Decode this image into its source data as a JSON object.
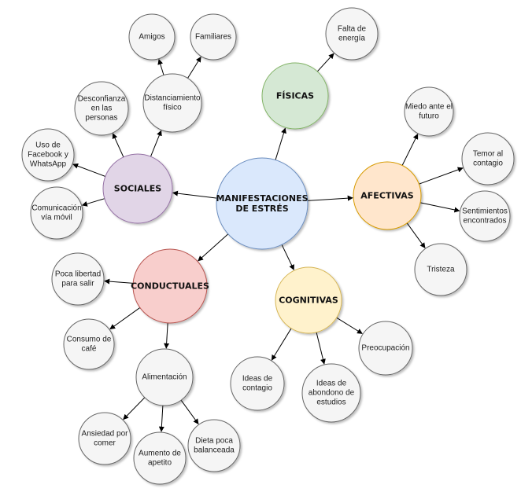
{
  "center": {
    "label": [
      "MANIFESTACIONES",
      "DE ESTRÉS"
    ]
  },
  "categories": {
    "fisicas": {
      "label": [
        "FÍSICAS"
      ]
    },
    "sociales": {
      "label": [
        "SOCIALES"
      ]
    },
    "afectivas": {
      "label": [
        "AFECTIVAS"
      ]
    },
    "conductuales": {
      "label": [
        "CONDUCTUALES"
      ]
    },
    "cognitivas": {
      "label": [
        "COGNITIVAS"
      ]
    }
  },
  "leaves": {
    "falta_energia": {
      "label": [
        "Falta de",
        "energía"
      ]
    },
    "amigos": {
      "label": [
        "Amigos"
      ]
    },
    "familiares": {
      "label": [
        "Familiares"
      ]
    },
    "distanciamiento": {
      "label": [
        "Distanciamiento",
        "físico"
      ]
    },
    "desconfianza": {
      "label": [
        "Desconfianza",
        "en las",
        "personas"
      ]
    },
    "uso_facebook": {
      "label": [
        "Uso de",
        "Facebook y",
        "WhatsApp"
      ]
    },
    "comunicacion": {
      "label": [
        "Comunicación",
        "vía móvil"
      ]
    },
    "miedo": {
      "label": [
        "Miedo ante el",
        "futuro"
      ]
    },
    "temor": {
      "label": [
        "Temor al",
        "contagio"
      ]
    },
    "sentimientos": {
      "label": [
        "Sentimientos",
        "encontrados"
      ]
    },
    "tristeza": {
      "label": [
        "Tristeza"
      ]
    },
    "poca_libertad": {
      "label": [
        "Poca libertad",
        "para salir"
      ]
    },
    "consumo_cafe": {
      "label": [
        "Consumo de",
        "café"
      ]
    },
    "alimentacion": {
      "label": [
        "Alimentación"
      ]
    },
    "ansiedad": {
      "label": [
        "Ansiedad por",
        "comer"
      ]
    },
    "aumento_apetito": {
      "label": [
        "Aumento de",
        "apetito"
      ]
    },
    "dieta": {
      "label": [
        "Dieta poca",
        "balanceada"
      ]
    },
    "ideas_contagio": {
      "label": [
        "Ideas de",
        "contagio"
      ]
    },
    "ideas_abandono": {
      "label": [
        "Ideas de",
        "abondono de",
        "estudios"
      ]
    },
    "preocupacion": {
      "label": [
        "Preocupación"
      ]
    }
  },
  "colors": {
    "center_fill": "#dae8fc",
    "center_stroke": "#6c8ebf",
    "fisicas_fill": "#d5e8d4",
    "fisicas_stroke": "#82b366",
    "sociales_fill": "#e1d5e7",
    "sociales_stroke": "#9673a6",
    "afectivas_fill": "#ffe6cc",
    "afectivas_stroke": "#d79b00",
    "conductuales_fill": "#f8cecc",
    "conductuales_stroke": "#b85450",
    "cognitivas_fill": "#fff2cc",
    "cognitivas_stroke": "#d6b656",
    "leaf_fill": "#f5f5f5",
    "leaf_stroke": "#666666",
    "edge": "#000000"
  }
}
